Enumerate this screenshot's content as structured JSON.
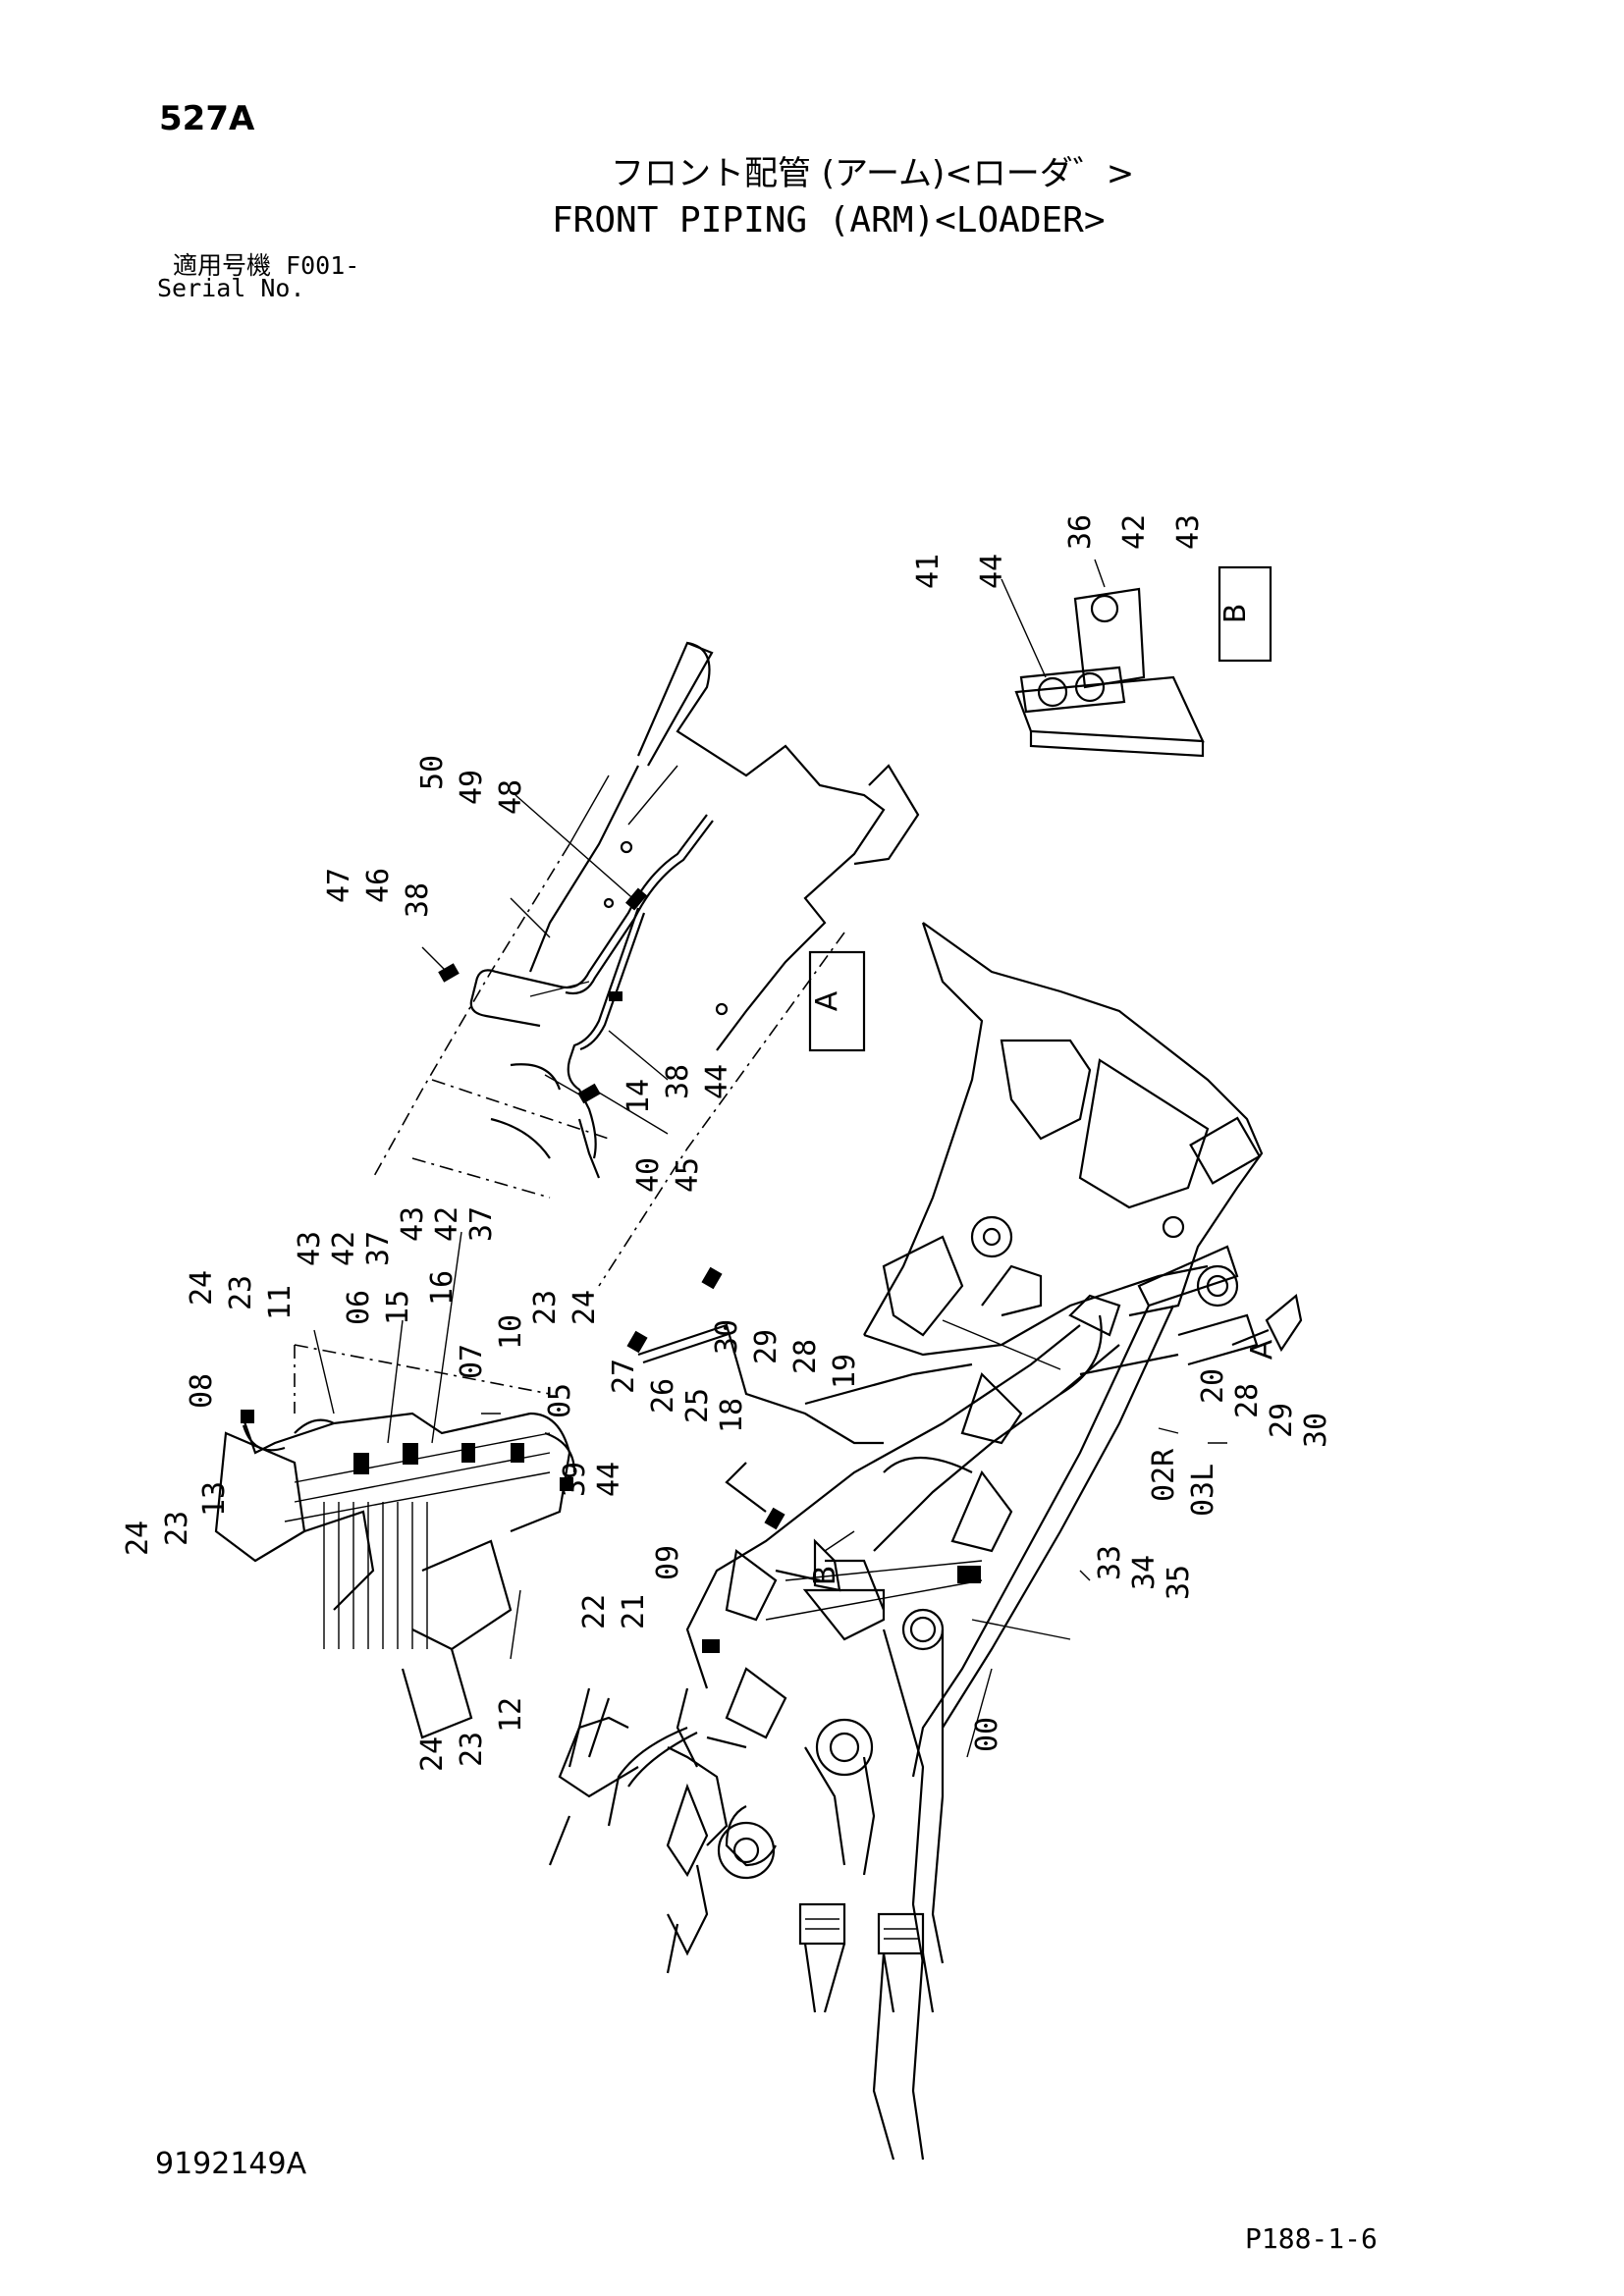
{
  "page_code": "527A",
  "title_jp": "フロント配管 (アーム)<ローダ゛>",
  "title_en": "FRONT PIPING (ARM)<LOADER>",
  "serial_label_jp": "適用号機  F001-",
  "serial_label_en": "Serial No.",
  "document_number": "9192149A",
  "page_reference": "P188-1-6",
  "view_labels": {
    "a": "A",
    "b": "B",
    "b_arrow": "B",
    "a_arrow": "A"
  },
  "callouts": {
    "view_b": [
      "41",
      "44",
      "36",
      "42",
      "43"
    ],
    "view_a_top": [
      "50",
      "49",
      "48"
    ],
    "view_a_left": [
      "47",
      "46",
      "38"
    ],
    "view_a_right": [
      "14",
      "38",
      "44"
    ],
    "view_a_bottom": [
      "40",
      "45"
    ],
    "detail_top_row": [
      "24",
      "23",
      "11",
      "43",
      "42",
      "37",
      "06",
      "15",
      "43",
      "42",
      "37",
      "16",
      "07",
      "10",
      "23",
      "24"
    ],
    "detail_left": [
      "08",
      "13",
      "23",
      "24"
    ],
    "detail_right": [
      "05",
      "39",
      "44"
    ],
    "detail_bottom": [
      "24",
      "23",
      "12"
    ],
    "arm_group_left": [
      "27",
      "26",
      "25",
      "18",
      "30",
      "29",
      "28",
      "19"
    ],
    "arm_group_right": [
      "20",
      "28",
      "29",
      "30"
    ],
    "arm_cylinder": [
      "02R",
      "03L"
    ],
    "arm_lower_left": [
      "22",
      "21",
      "09"
    ],
    "arm_lower_right": [
      "33",
      "34",
      "35"
    ],
    "arm_base": [
      "00"
    ]
  }
}
